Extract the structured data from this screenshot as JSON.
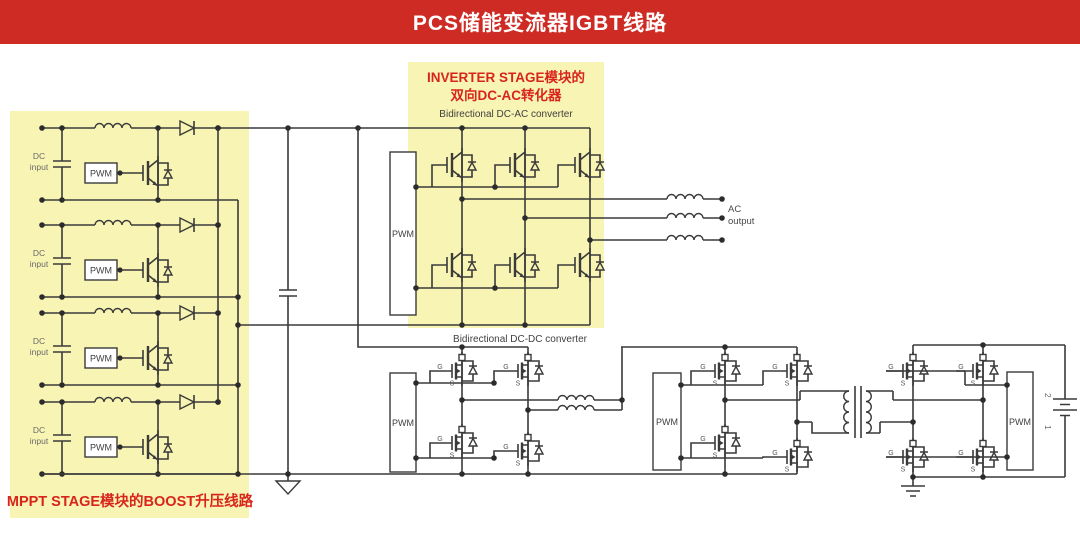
{
  "header": {
    "title": "PCS储能变流器IGBT线路",
    "bg": "#ce2b24",
    "text_color": "#ffffff"
  },
  "panels": {
    "mppt": {
      "caption": "MPPT STAGE模块的BOOST升压线路",
      "fill": "#f8f4b3",
      "caption_color": "#d8251c"
    },
    "inverter": {
      "title_line1": "INVERTER STAGE模块的",
      "title_line2": "双向DC-AC转化器",
      "subtitle": "Bidirectional DC-AC converter",
      "fill": "#f8f4b3",
      "title_color": "#d8251c"
    }
  },
  "labels": {
    "dcdc_subtitle": "Bidirectional DC-DC converter",
    "dc_input_line1": "DC",
    "dc_input_line2": "input",
    "pwm": "PWM",
    "ac_line1": "AC",
    "ac_line2": "output",
    "gate": "G",
    "source": "S",
    "battery_top": "2",
    "battery_bottom": "1"
  },
  "colors": {
    "accent_red": "#ce2b24",
    "caption_red": "#d8251c",
    "wire": "#3a3a3a",
    "panel_yellow": "#f8f4b3",
    "label_gray": "#6a6a6a"
  }
}
